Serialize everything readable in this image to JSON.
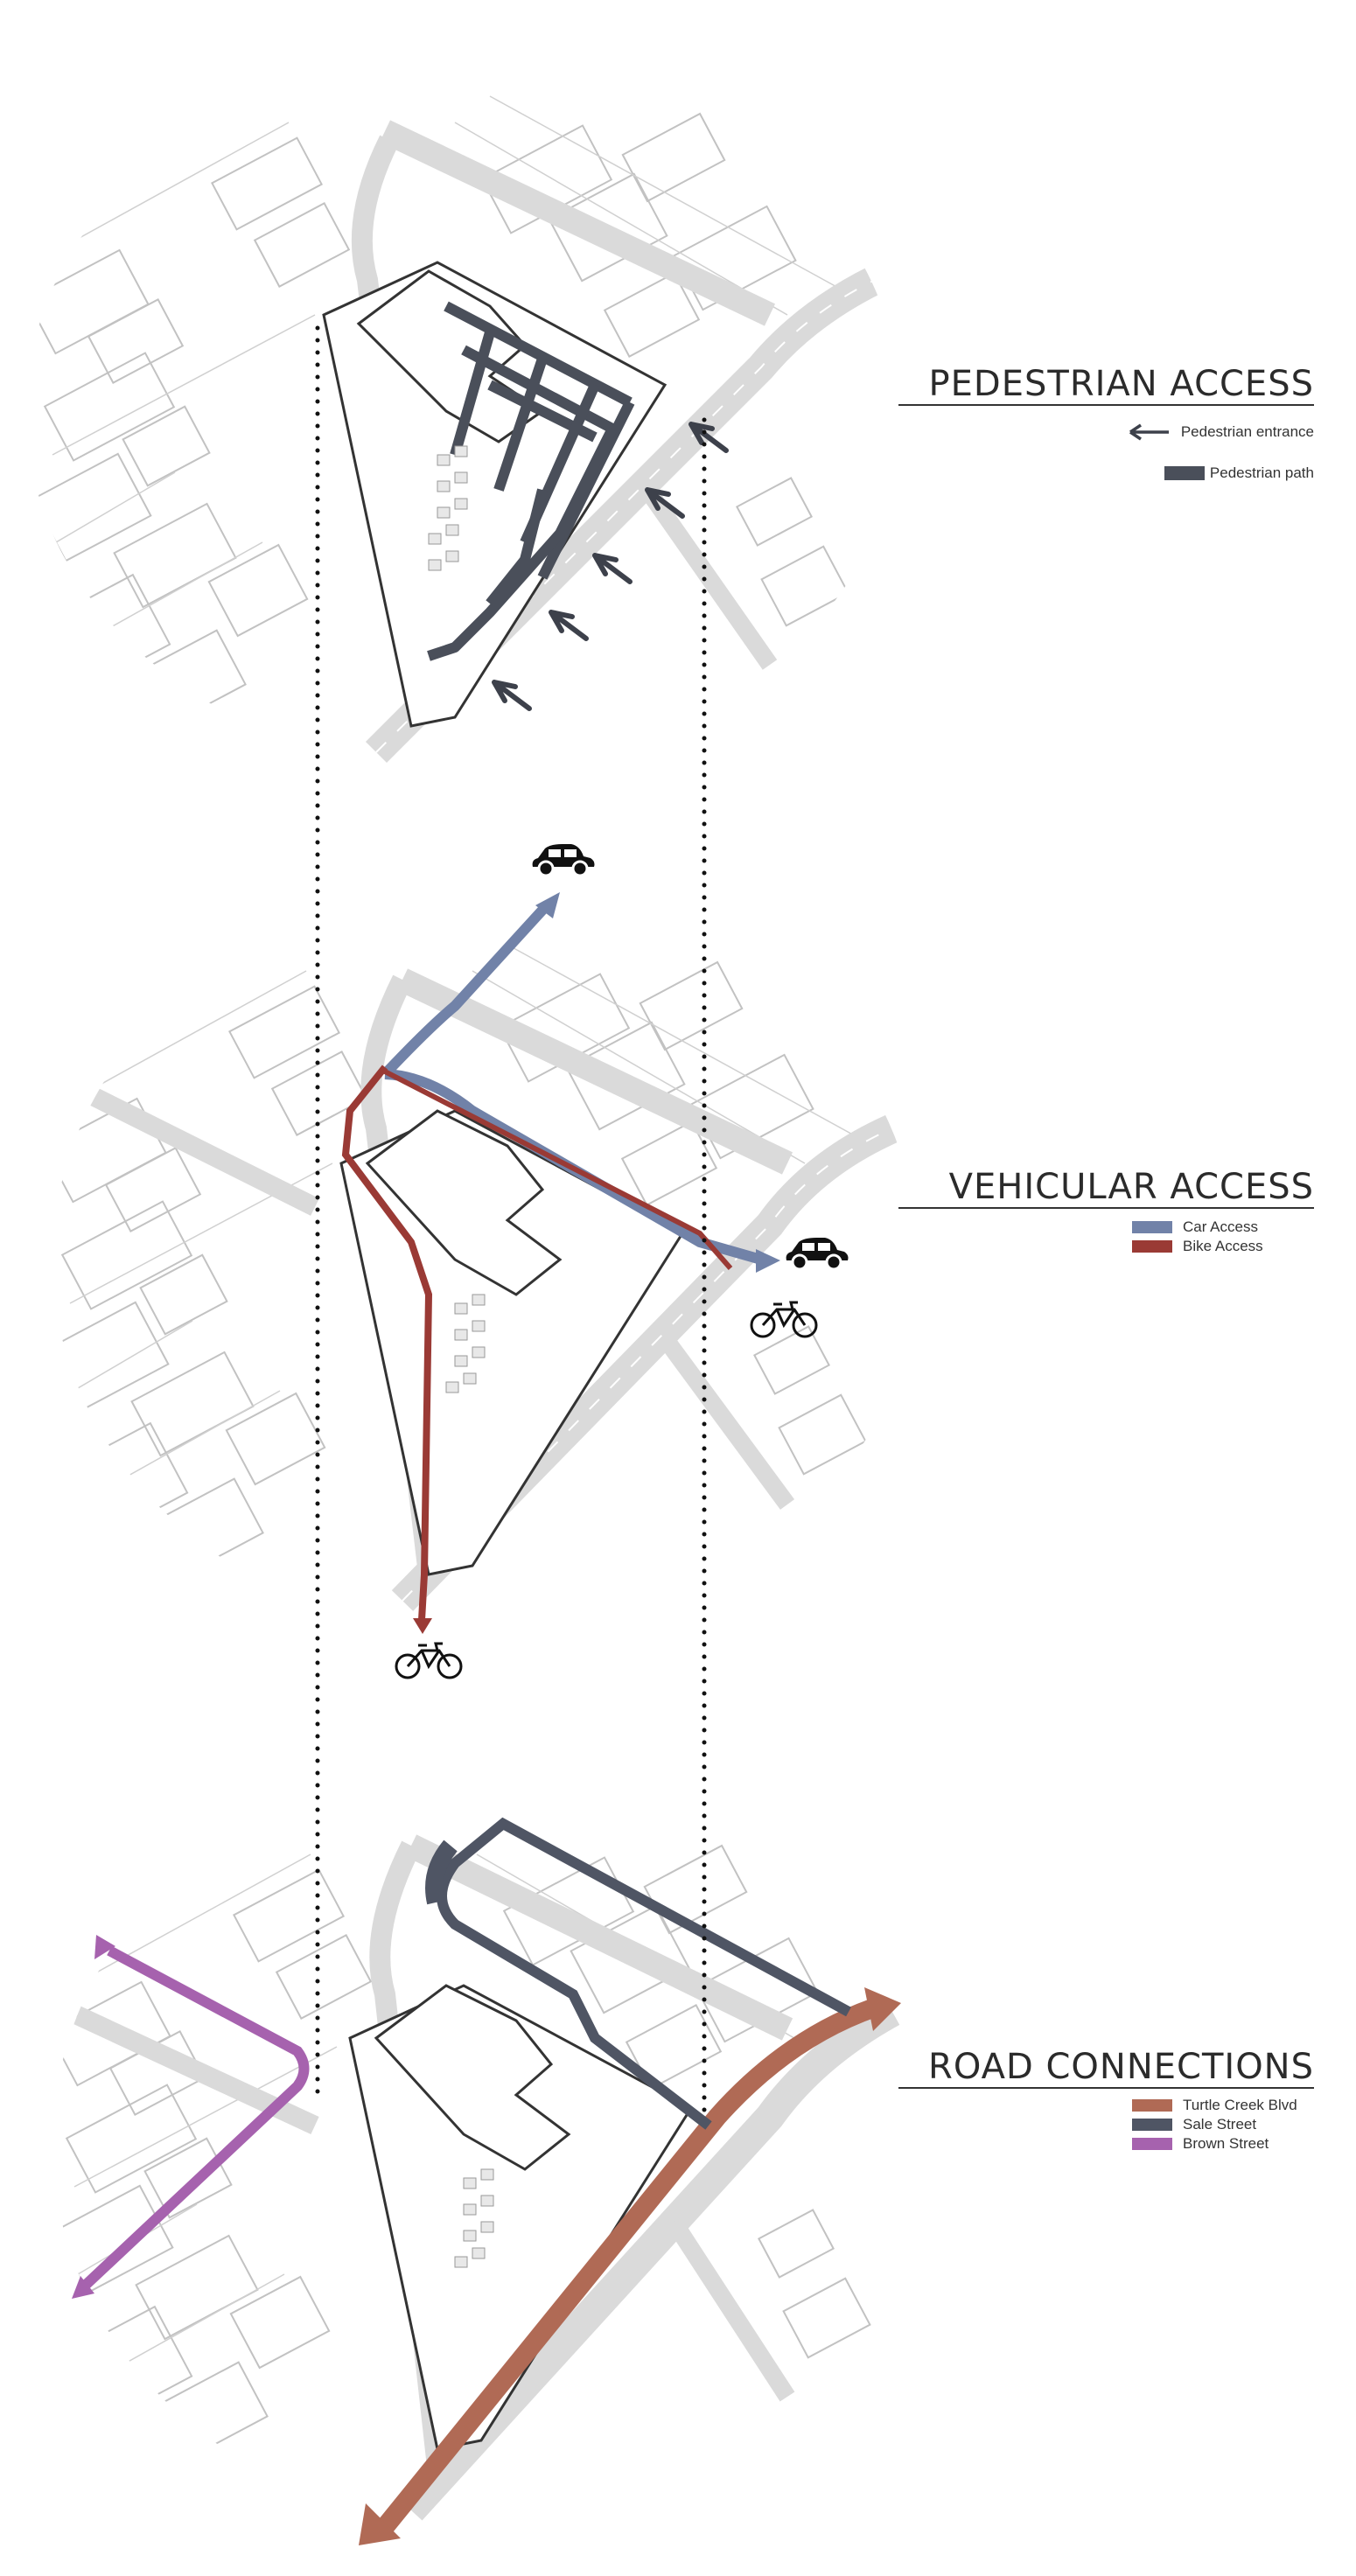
{
  "panels": {
    "pedestrian": {
      "title": "PEDESTRIAN ACCESS",
      "legend": [
        {
          "label": "Pedestrian entrance",
          "symbol": "arrow-left-icon",
          "color": "#3d414b"
        },
        {
          "label": "Pedestrian path",
          "symbol": "swatch",
          "color": "#4a4f5a"
        }
      ]
    },
    "vehicular": {
      "title": "VEHICULAR ACCESS",
      "legend": [
        {
          "label": "Car Access",
          "color": "#7182a8"
        },
        {
          "label": "Bike Access",
          "color": "#9a3a35"
        }
      ]
    },
    "roads": {
      "title": "ROAD CONNECTIONS",
      "legend": [
        {
          "label": "Turtle Creek Blvd",
          "color": "#b06a55"
        },
        {
          "label": "Sale Street",
          "color": "#4f5564"
        },
        {
          "label": "Brown Street",
          "color": "#a662ae"
        }
      ]
    }
  },
  "icons": [
    "car-icon",
    "bicycle-icon",
    "arrow-left-icon"
  ],
  "colors": {
    "road_fill": "#dadada",
    "linework": "#bdbdbd",
    "building_outline": "#333333",
    "dotted_guide": "#111111"
  }
}
